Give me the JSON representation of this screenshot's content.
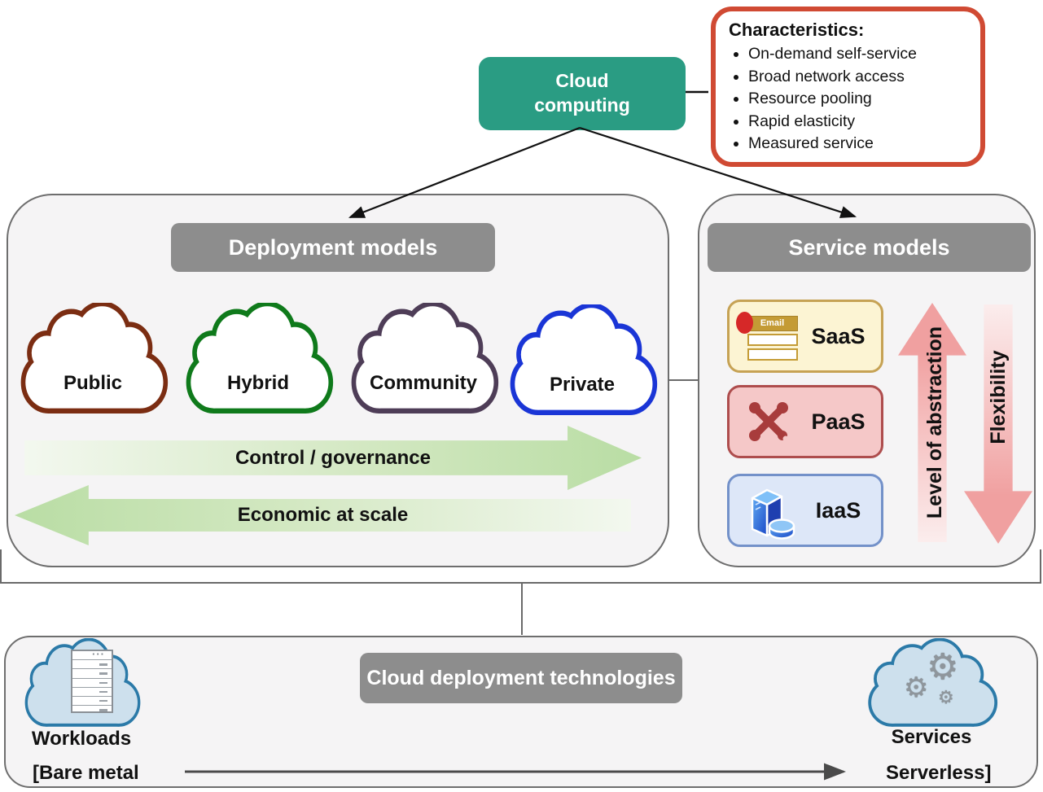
{
  "diagram": {
    "root": {
      "label": "Cloud computing"
    },
    "characteristics": {
      "title": "Characteristics:",
      "items": [
        "On-demand self-service",
        "Broad network access",
        "Resource pooling",
        "Rapid elasticity",
        "Measured service"
      ]
    },
    "deployment": {
      "header": "Deployment models",
      "clouds": [
        {
          "label": "Public",
          "color": "#7B2D12"
        },
        {
          "label": "Hybrid",
          "color": "#0F7A1B"
        },
        {
          "label": "Community",
          "color": "#4E3D57"
        },
        {
          "label": "Private",
          "color": "#1A35D6"
        }
      ],
      "control_arrow": {
        "label": "Control / governance",
        "direction": "right"
      },
      "economic_arrow": {
        "label": "Economic at scale",
        "direction": "left"
      }
    },
    "service": {
      "header": "Service models",
      "items": [
        {
          "label": "SaaS",
          "icon": "email-window-icon",
          "icon_label": "Email",
          "bg": "#FCF4D3",
          "border": "#C6A254"
        },
        {
          "label": "PaaS",
          "icon": "crossed-tools-icon",
          "bg": "#F5C8C8",
          "border": "#AE4D4D"
        },
        {
          "label": "IaaS",
          "icon": "server-tower-icon",
          "bg": "#DDE7F8",
          "border": "#7391C9"
        }
      ],
      "abstraction_arrow": {
        "label": "Level of abstraction",
        "direction": "up"
      },
      "flexibility_arrow": {
        "label": "Flexibility",
        "direction": "down"
      }
    },
    "technologies": {
      "header": "Cloud deployment technologies",
      "workloads": {
        "label": "Workloads",
        "icon": "server-rack-icon"
      },
      "services": {
        "label": "Services",
        "icon": "gears-icon",
        "gear_glyph": "⚙"
      },
      "spectrum": {
        "left": "[Bare metal",
        "right": "Serverless]"
      }
    },
    "colors": {
      "root_bg": "#2A9C83",
      "characteristics_border": "#D04A33",
      "section_header_bg": "#8D8D8D",
      "panel_bg": "#F5F4F5",
      "panel_border": "#6E6E6E",
      "green_arrow": "#B9DDA4",
      "pink_arrow": "#F0A0A0",
      "tech_cloud_fill": "#CDE0ED",
      "tech_cloud_stroke": "#2B7AA8"
    }
  }
}
